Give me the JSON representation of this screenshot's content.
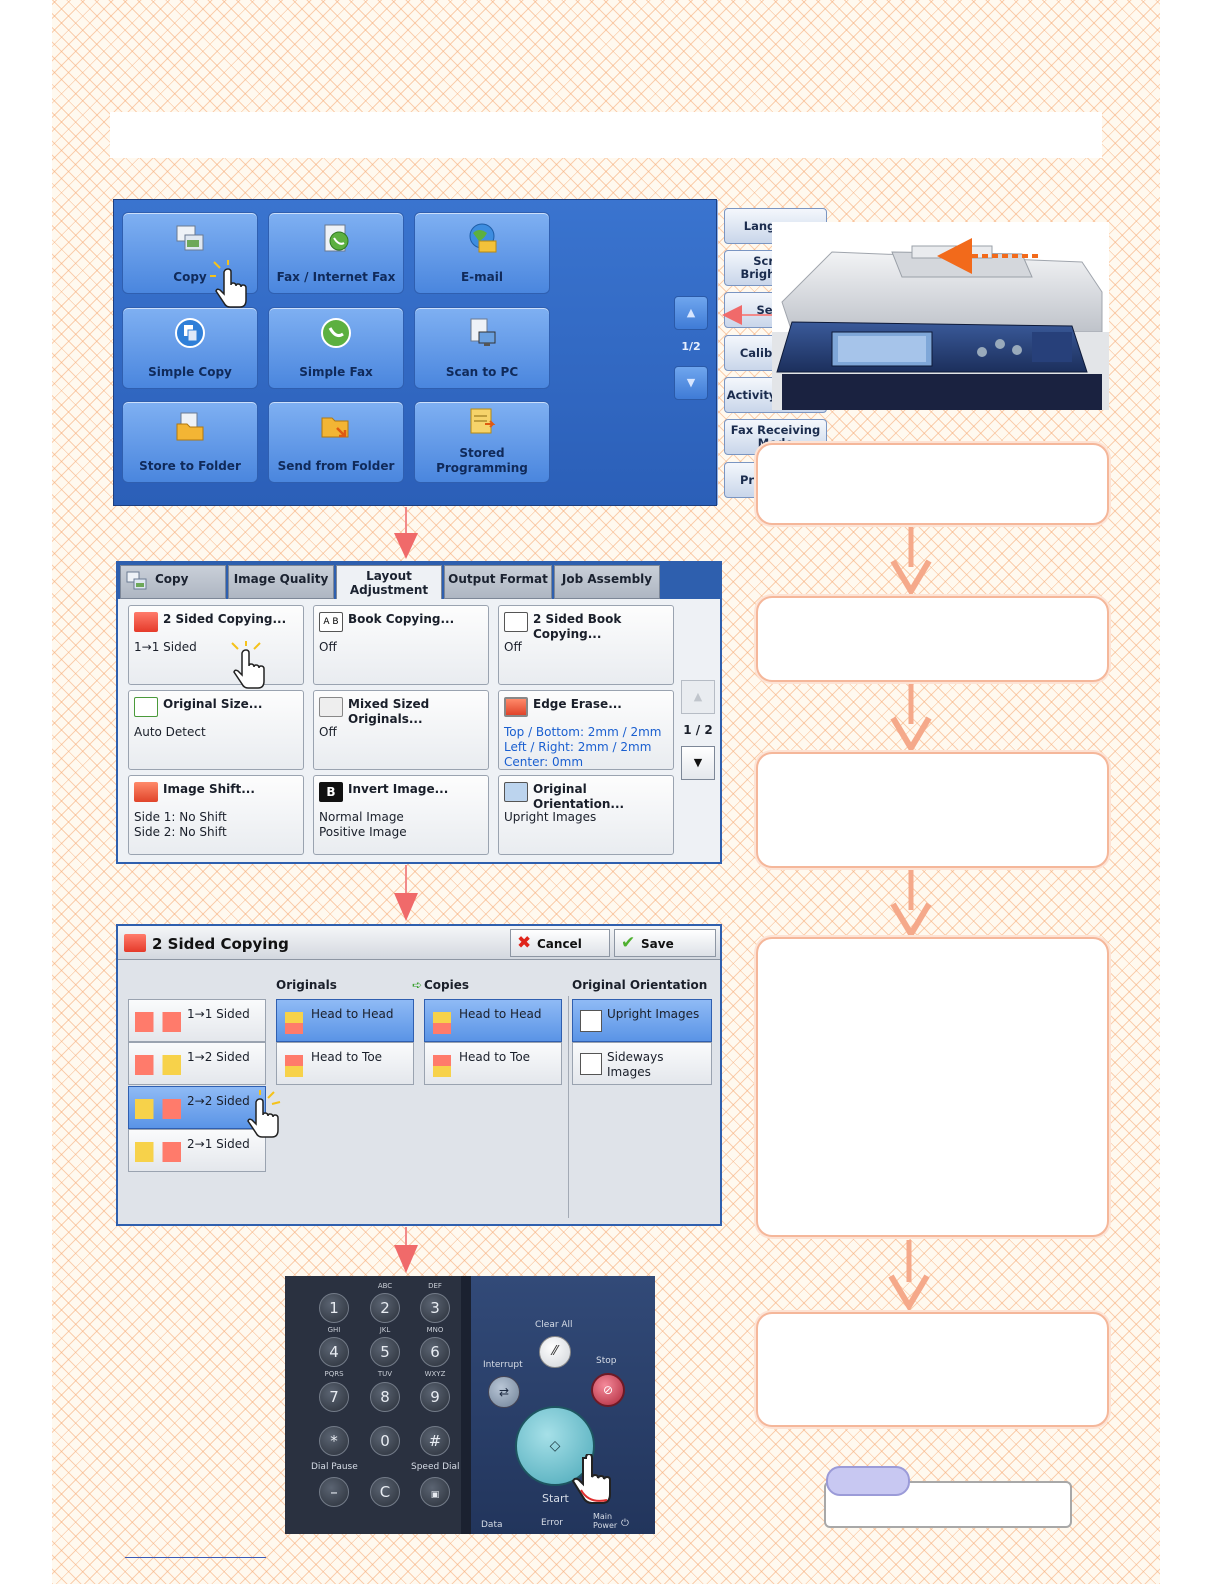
{
  "screen1": {
    "tiles": [
      {
        "label": "Copy",
        "icon": "copy-icon"
      },
      {
        "label": "Fax / Internet Fax",
        "icon": "fax-icon"
      },
      {
        "label": "E-mail",
        "icon": "email-icon"
      },
      {
        "label": "Simple Copy",
        "icon": "simple-copy-icon"
      },
      {
        "label": "Simple Fax",
        "icon": "simple-fax-icon"
      },
      {
        "label": "Scan to PC",
        "icon": "scan-to-pc-icon"
      },
      {
        "label": "Store to Folder",
        "icon": "store-folder-icon"
      },
      {
        "label": "Send from Folder",
        "icon": "send-folder-icon"
      },
      {
        "label": "Stored Programming",
        "icon": "stored-programming-icon"
      }
    ],
    "page_indicator": "1/2",
    "side_buttons": [
      "Language",
      "Screen Brightness",
      "Setup",
      "Calibration",
      "Activity Report",
      "Fax Receiving Mode",
      "Print Mode"
    ]
  },
  "screen2": {
    "tabs": [
      "Copy",
      "Image Quality",
      "Layout Adjustment",
      "Output Format",
      "Job Assembly"
    ],
    "page_indicator": "1 / 2",
    "cards": [
      {
        "title": "2 Sided Copying...",
        "value": "1→1 Sided"
      },
      {
        "title": "Book Copying...",
        "value": "Off"
      },
      {
        "title": "2 Sided Book Copying...",
        "value": "Off"
      },
      {
        "title": "Original Size...",
        "value": "Auto Detect"
      },
      {
        "title": "Mixed Sized Originals...",
        "value": "Off"
      },
      {
        "title": "Edge Erase...",
        "value": "Top / Bottom: 2mm / 2mm",
        "value2": "Left / Right: 2mm / 2mm",
        "value3": "Center: 0mm"
      },
      {
        "title": "Image Shift...",
        "value": "Side 1: No Shift",
        "value2": "Side 2: No Shift"
      },
      {
        "title": "Invert Image...",
        "value": "Normal Image",
        "value2": "Positive Image"
      },
      {
        "title": "Original Orientation...",
        "value": "Upright Images"
      }
    ],
    "accent_color": "#1a5fd0"
  },
  "screen3": {
    "title": "2 Sided Copying",
    "cancel": "Cancel",
    "save": "Save",
    "headers": {
      "originals": "Originals",
      "copies": "Copies",
      "orientation": "Original Orientation"
    },
    "modes": [
      "1→1 Sided",
      "1→2 Sided",
      "2→2 Sided",
      "2→1 Sided"
    ],
    "originals_opts": [
      "Head to Head",
      "Head to Toe"
    ],
    "copies_opts": [
      "Head to Head",
      "Head to Toe"
    ],
    "orientation_opts": [
      "Upright Images",
      "Sideways Images"
    ]
  },
  "keypad": {
    "keys": [
      {
        "k": "1",
        "sub": ""
      },
      {
        "k": "2",
        "sub": "ABC"
      },
      {
        "k": "3",
        "sub": "DEF"
      },
      {
        "k": "4",
        "sub": "GHI"
      },
      {
        "k": "5",
        "sub": "JKL"
      },
      {
        "k": "6",
        "sub": "MNO"
      },
      {
        "k": "7",
        "sub": "PQRS"
      },
      {
        "k": "8",
        "sub": "TUV"
      },
      {
        "k": "9",
        "sub": "WXYZ"
      },
      {
        "k": "*",
        "sub": ""
      },
      {
        "k": "0",
        "sub": ""
      },
      {
        "k": "#",
        "sub": ""
      }
    ],
    "dial_pause": "Dial Pause",
    "speed_dial": "Speed Dial",
    "clear_all": "Clear All",
    "interrupt": "Interrupt",
    "stop": "Stop",
    "start": "Start",
    "main_power": "Main Power",
    "data": "Data",
    "error": "Error",
    "c_key": "C",
    "dash_key": "–"
  }
}
